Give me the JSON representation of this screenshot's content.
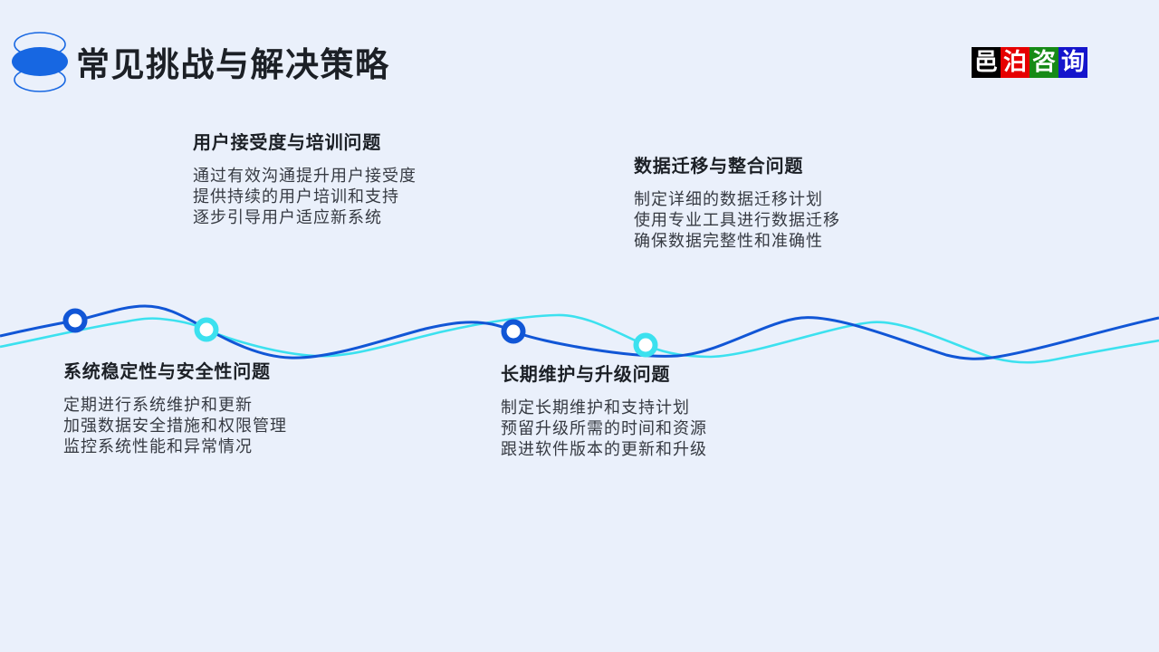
{
  "slide": {
    "title": "常见挑战与解决策略",
    "logo": {
      "name": "邑泊咨询",
      "cells": [
        {
          "char": "邑",
          "style": "background:#000000"
        },
        {
          "char": "泊",
          "style": "background:#e60000"
        },
        {
          "char": "咨",
          "style": "background:#168a16"
        },
        {
          "char": "询",
          "style": "background:#1515cc"
        }
      ]
    },
    "sections": [
      {
        "heading": "用户接受度与培训问题",
        "lines": [
          "通过有效沟通提升用户接受度",
          "提供持续的用户培训和支持",
          "逐步引导用户适应新系统"
        ]
      },
      {
        "heading": "数据迁移与整合问题",
        "lines": [
          "制定详细的数据迁移计划",
          "使用专业工具进行数据迁移",
          "确保数据完整性和准确性"
        ]
      },
      {
        "heading": "系统稳定性与安全性问题",
        "lines": [
          "定期进行系统维护和更新",
          "加强数据安全措施和权限管理",
          "监控系统性能和异常情况"
        ]
      },
      {
        "heading": "长期维护与升级问题",
        "lines": [
          "制定长期维护和支持计划",
          "预留升级所需的时间和资源",
          "跟进软件版本的更新和升级"
        ]
      }
    ],
    "colors": {
      "background": "#eaf0fb",
      "accent_blue": "#1156d6",
      "accent_cyan": "#3ce1ef",
      "ellipse_blue": "#1767e2",
      "title_text": "#1c2026",
      "body_text": "#363a42",
      "circle_fill": "#ffffff"
    }
  }
}
